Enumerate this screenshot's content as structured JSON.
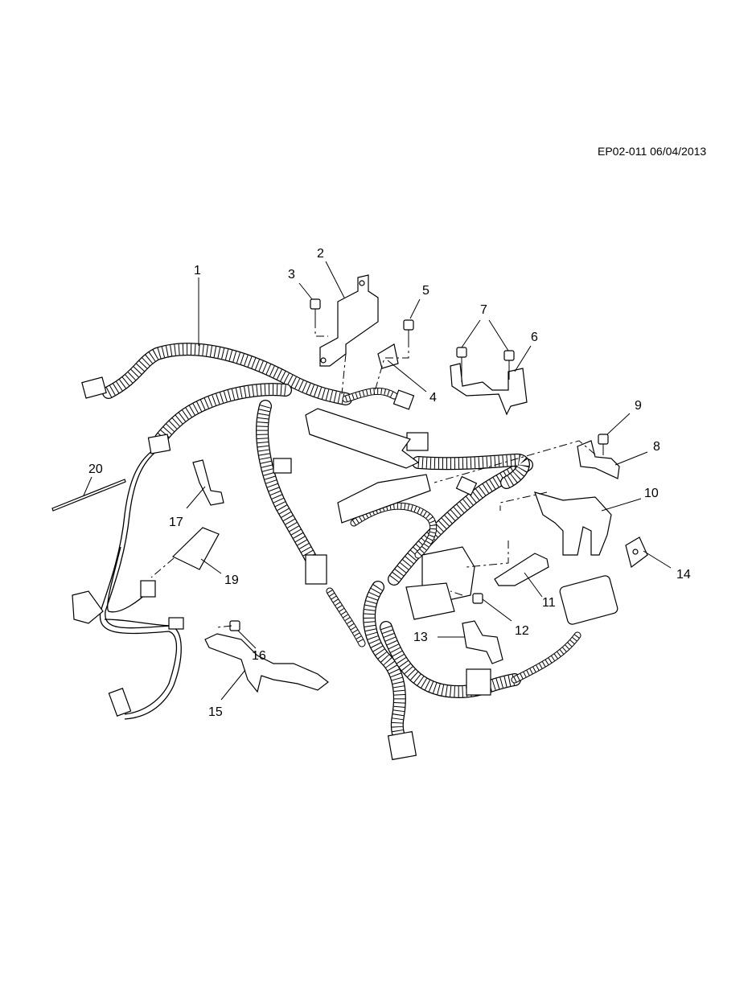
{
  "header": {
    "reference": "EP02-011 06/04/2013"
  },
  "callouts": [
    "1",
    "2",
    "3",
    "4",
    "5",
    "6",
    "7",
    "8",
    "9",
    "10",
    "11",
    "12",
    "13",
    "14",
    "15",
    "16",
    "17",
    "19",
    "20"
  ]
}
